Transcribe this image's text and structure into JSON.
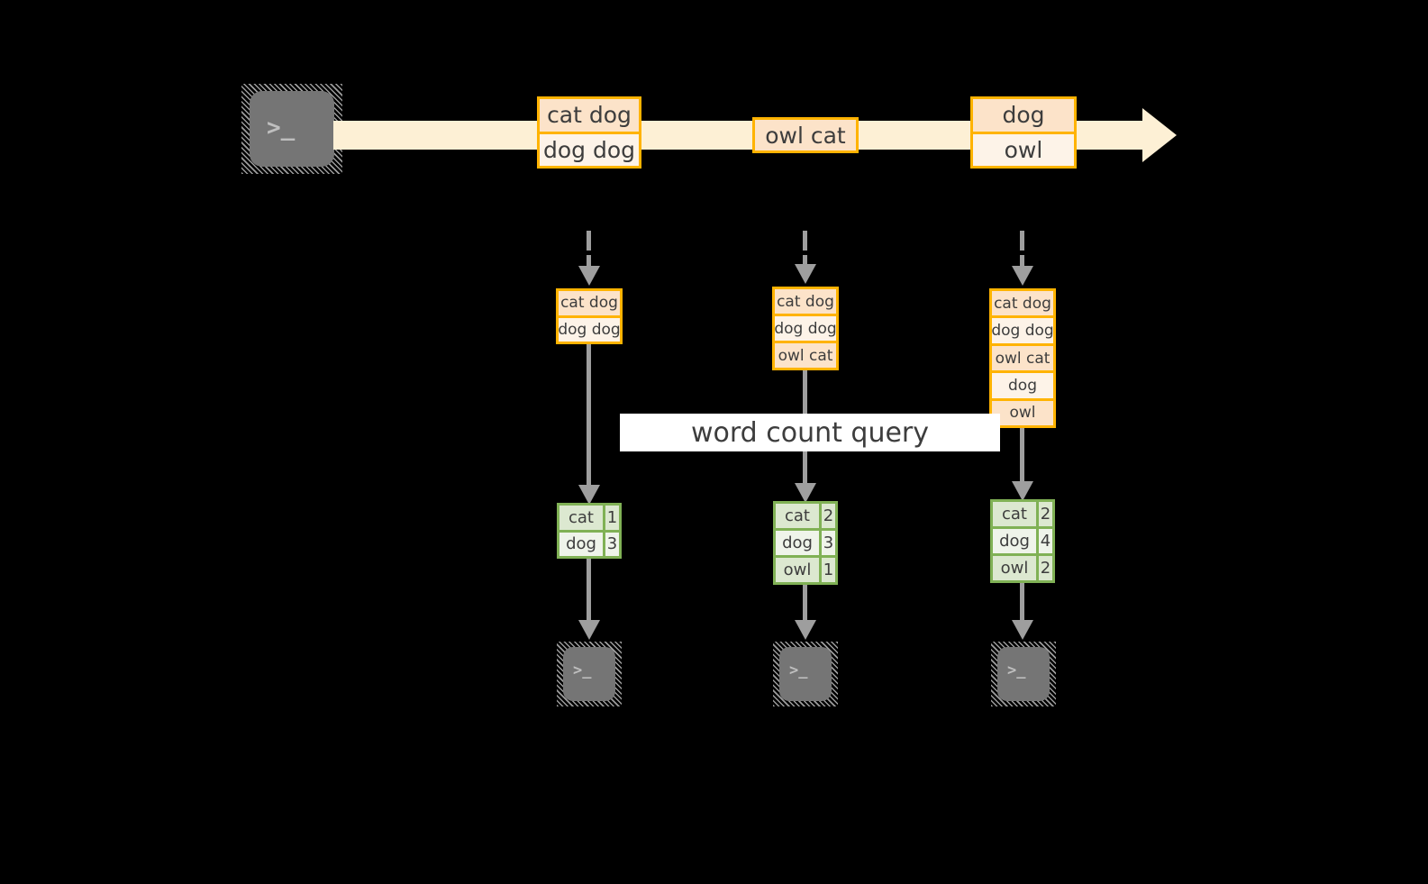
{
  "diagram": {
    "title_label": "word count query",
    "colors": {
      "stream_fill": "#fdf0d5",
      "record_border": "#ffb300",
      "record_fill_dark": "#fce3c9",
      "record_fill_light": "#fdf3e8",
      "table_border": "#80b155",
      "table_fill_dark": "#dce8d0",
      "table_fill_light": "#eff4ea",
      "arrow_gray": "#9e9e9e",
      "terminal_face": "#757575",
      "background": "#000000"
    },
    "terminal_source": {
      "icon": "terminal-icon",
      "glyph": ">_"
    },
    "stream": {
      "records": [
        {
          "lines": [
            "cat dog",
            "dog dog"
          ]
        },
        {
          "lines": [
            "owl cat"
          ]
        },
        {
          "lines": [
            "dog",
            "owl"
          ]
        }
      ]
    },
    "snapshots": [
      {
        "name": "snapshot-1",
        "rows": [
          "cat dog",
          "dog dog"
        ],
        "result_rows": [
          {
            "word": "cat",
            "count": "1"
          },
          {
            "word": "dog",
            "count": "3"
          }
        ],
        "sink_glyph": ">_"
      },
      {
        "name": "snapshot-2",
        "rows": [
          "cat dog",
          "dog dog",
          "owl cat"
        ],
        "result_rows": [
          {
            "word": "cat",
            "count": "2"
          },
          {
            "word": "dog",
            "count": "3"
          },
          {
            "word": "owl",
            "count": "1"
          }
        ],
        "sink_glyph": ">_"
      },
      {
        "name": "snapshot-3",
        "rows": [
          "cat dog",
          "dog dog",
          "owl cat",
          "dog",
          "owl"
        ],
        "result_rows": [
          {
            "word": "cat",
            "count": "2"
          },
          {
            "word": "dog",
            "count": "4"
          },
          {
            "word": "owl",
            "count": "2"
          }
        ],
        "sink_glyph": ">_"
      }
    ]
  }
}
